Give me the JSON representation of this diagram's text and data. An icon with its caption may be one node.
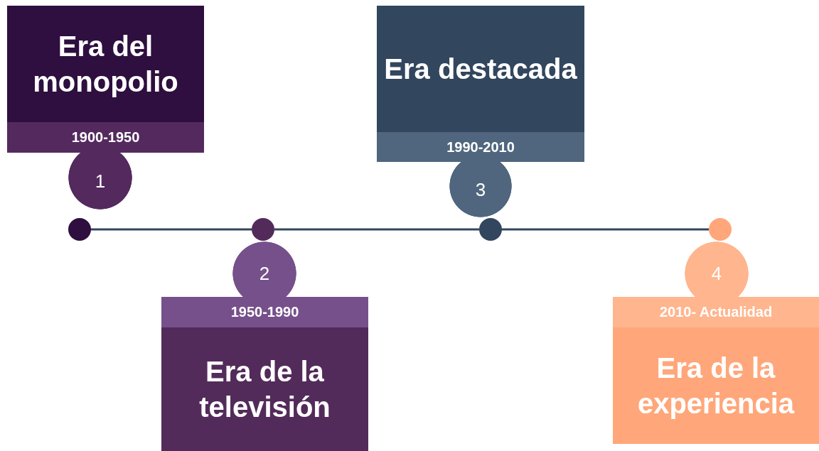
{
  "diagram": {
    "nodes": [
      {
        "text": [
          "Era del monopolio",
          "1900-1950"
        ]
      },
      {
        "text": [
          "1"
        ]
      },
      {
        "text": [
          "1950-1990",
          "Era de la televisión"
        ]
      },
      {
        "text": [
          "2"
        ]
      },
      {
        "text": [
          "Era destacada",
          "1990-2010"
        ]
      },
      {
        "text": [
          "3"
        ]
      },
      {
        "text": [
          "2010- Actualidad",
          "Era de la experiencia"
        ]
      },
      {
        "text": [
          "4"
        ]
      },
      {
        "text": [],
        "shape": "circle"
      },
      {
        "text": [],
        "shape": "circle"
      },
      {
        "text": [],
        "shape": "circle"
      },
      {
        "text": [],
        "shape": "circle"
      }
    ],
    "edges": [
      {
        "from": 8,
        "to": 9,
        "arrow": "none"
      },
      {
        "from": 9,
        "to": 10,
        "arrow": "none"
      },
      {
        "from": 10,
        "to": 11,
        "arrow": "none"
      }
    ]
  }
}
